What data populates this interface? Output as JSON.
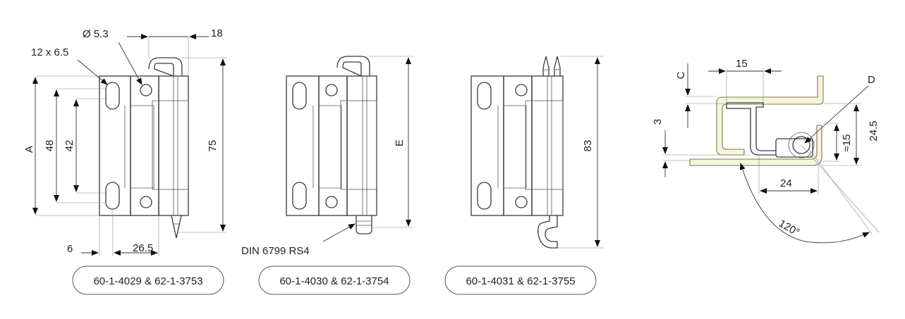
{
  "views": [
    {
      "caption": "60-1-4029 & 62-1-3753",
      "labels": {
        "hole_diameter": "Ø 5.3",
        "slot_size": "12 x 6.5",
        "pin_offset": "18",
        "overall_height_var": "A",
        "slot_spacing": "48",
        "hole_spacing": "42",
        "overall_height": "75",
        "edge_offset": "6",
        "leaf_width": "26.5"
      }
    },
    {
      "caption": "60-1-4030 & 62-1-3754",
      "labels": {
        "overall_height_var": "E",
        "pin_standard": "DIN 6799 RS4"
      }
    },
    {
      "caption": "60-1-4031 & 62-1-3755",
      "labels": {
        "overall_height": "83"
      }
    },
    {
      "labels": {
        "gap_var": "C",
        "width": "15",
        "detail_var": "D",
        "thickness": "3",
        "approx_height": "≈15",
        "height": "24.5",
        "offset": "24",
        "angle": "120°"
      },
      "colors": {
        "door_fill": "#f7f4dc"
      }
    }
  ]
}
